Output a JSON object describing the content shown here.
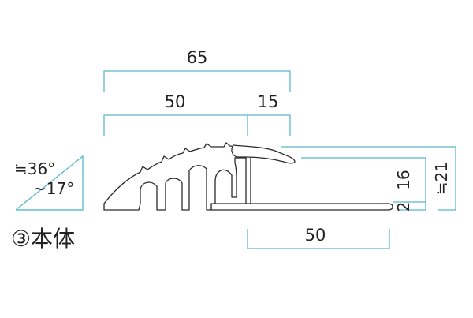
{
  "labels": {
    "total_width": "65",
    "slope_width": "50",
    "lip_width": "15",
    "base_width": "50",
    "height_main": "16",
    "height_low": "2",
    "height_total": "≒21",
    "angle_top": "≒36°",
    "angle_bottom": "~17°",
    "part_name": "③本体"
  }
}
